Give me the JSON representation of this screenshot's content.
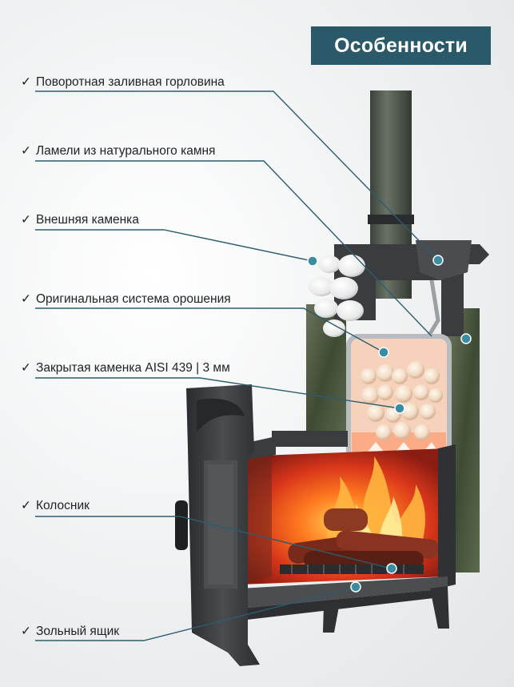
{
  "header": {
    "title": "Особенности"
  },
  "features": [
    {
      "check": "✓",
      "label": "Поворотная заливная горловина"
    },
    {
      "check": "✓",
      "label": "Ламели из натурального камня"
    },
    {
      "check": "✓",
      "label": "Внешняя каменка"
    },
    {
      "check": "✓",
      "label": "Оригинальная система орошения"
    },
    {
      "check": "✓",
      "label": "Закрытая каменка AISI 439 | 3 мм"
    },
    {
      "check": "✓",
      "label": "Колосник"
    },
    {
      "check": "✓",
      "label": "Зольный ящик"
    }
  ],
  "colors": {
    "badge_bg": "#2a5a6a",
    "leader_line": "#2c5d6c",
    "marker": "#3a8ca0",
    "stove_body": "#3b3d40",
    "stone_lamella": "#4a5a40",
    "fire": "#e04a1a"
  }
}
